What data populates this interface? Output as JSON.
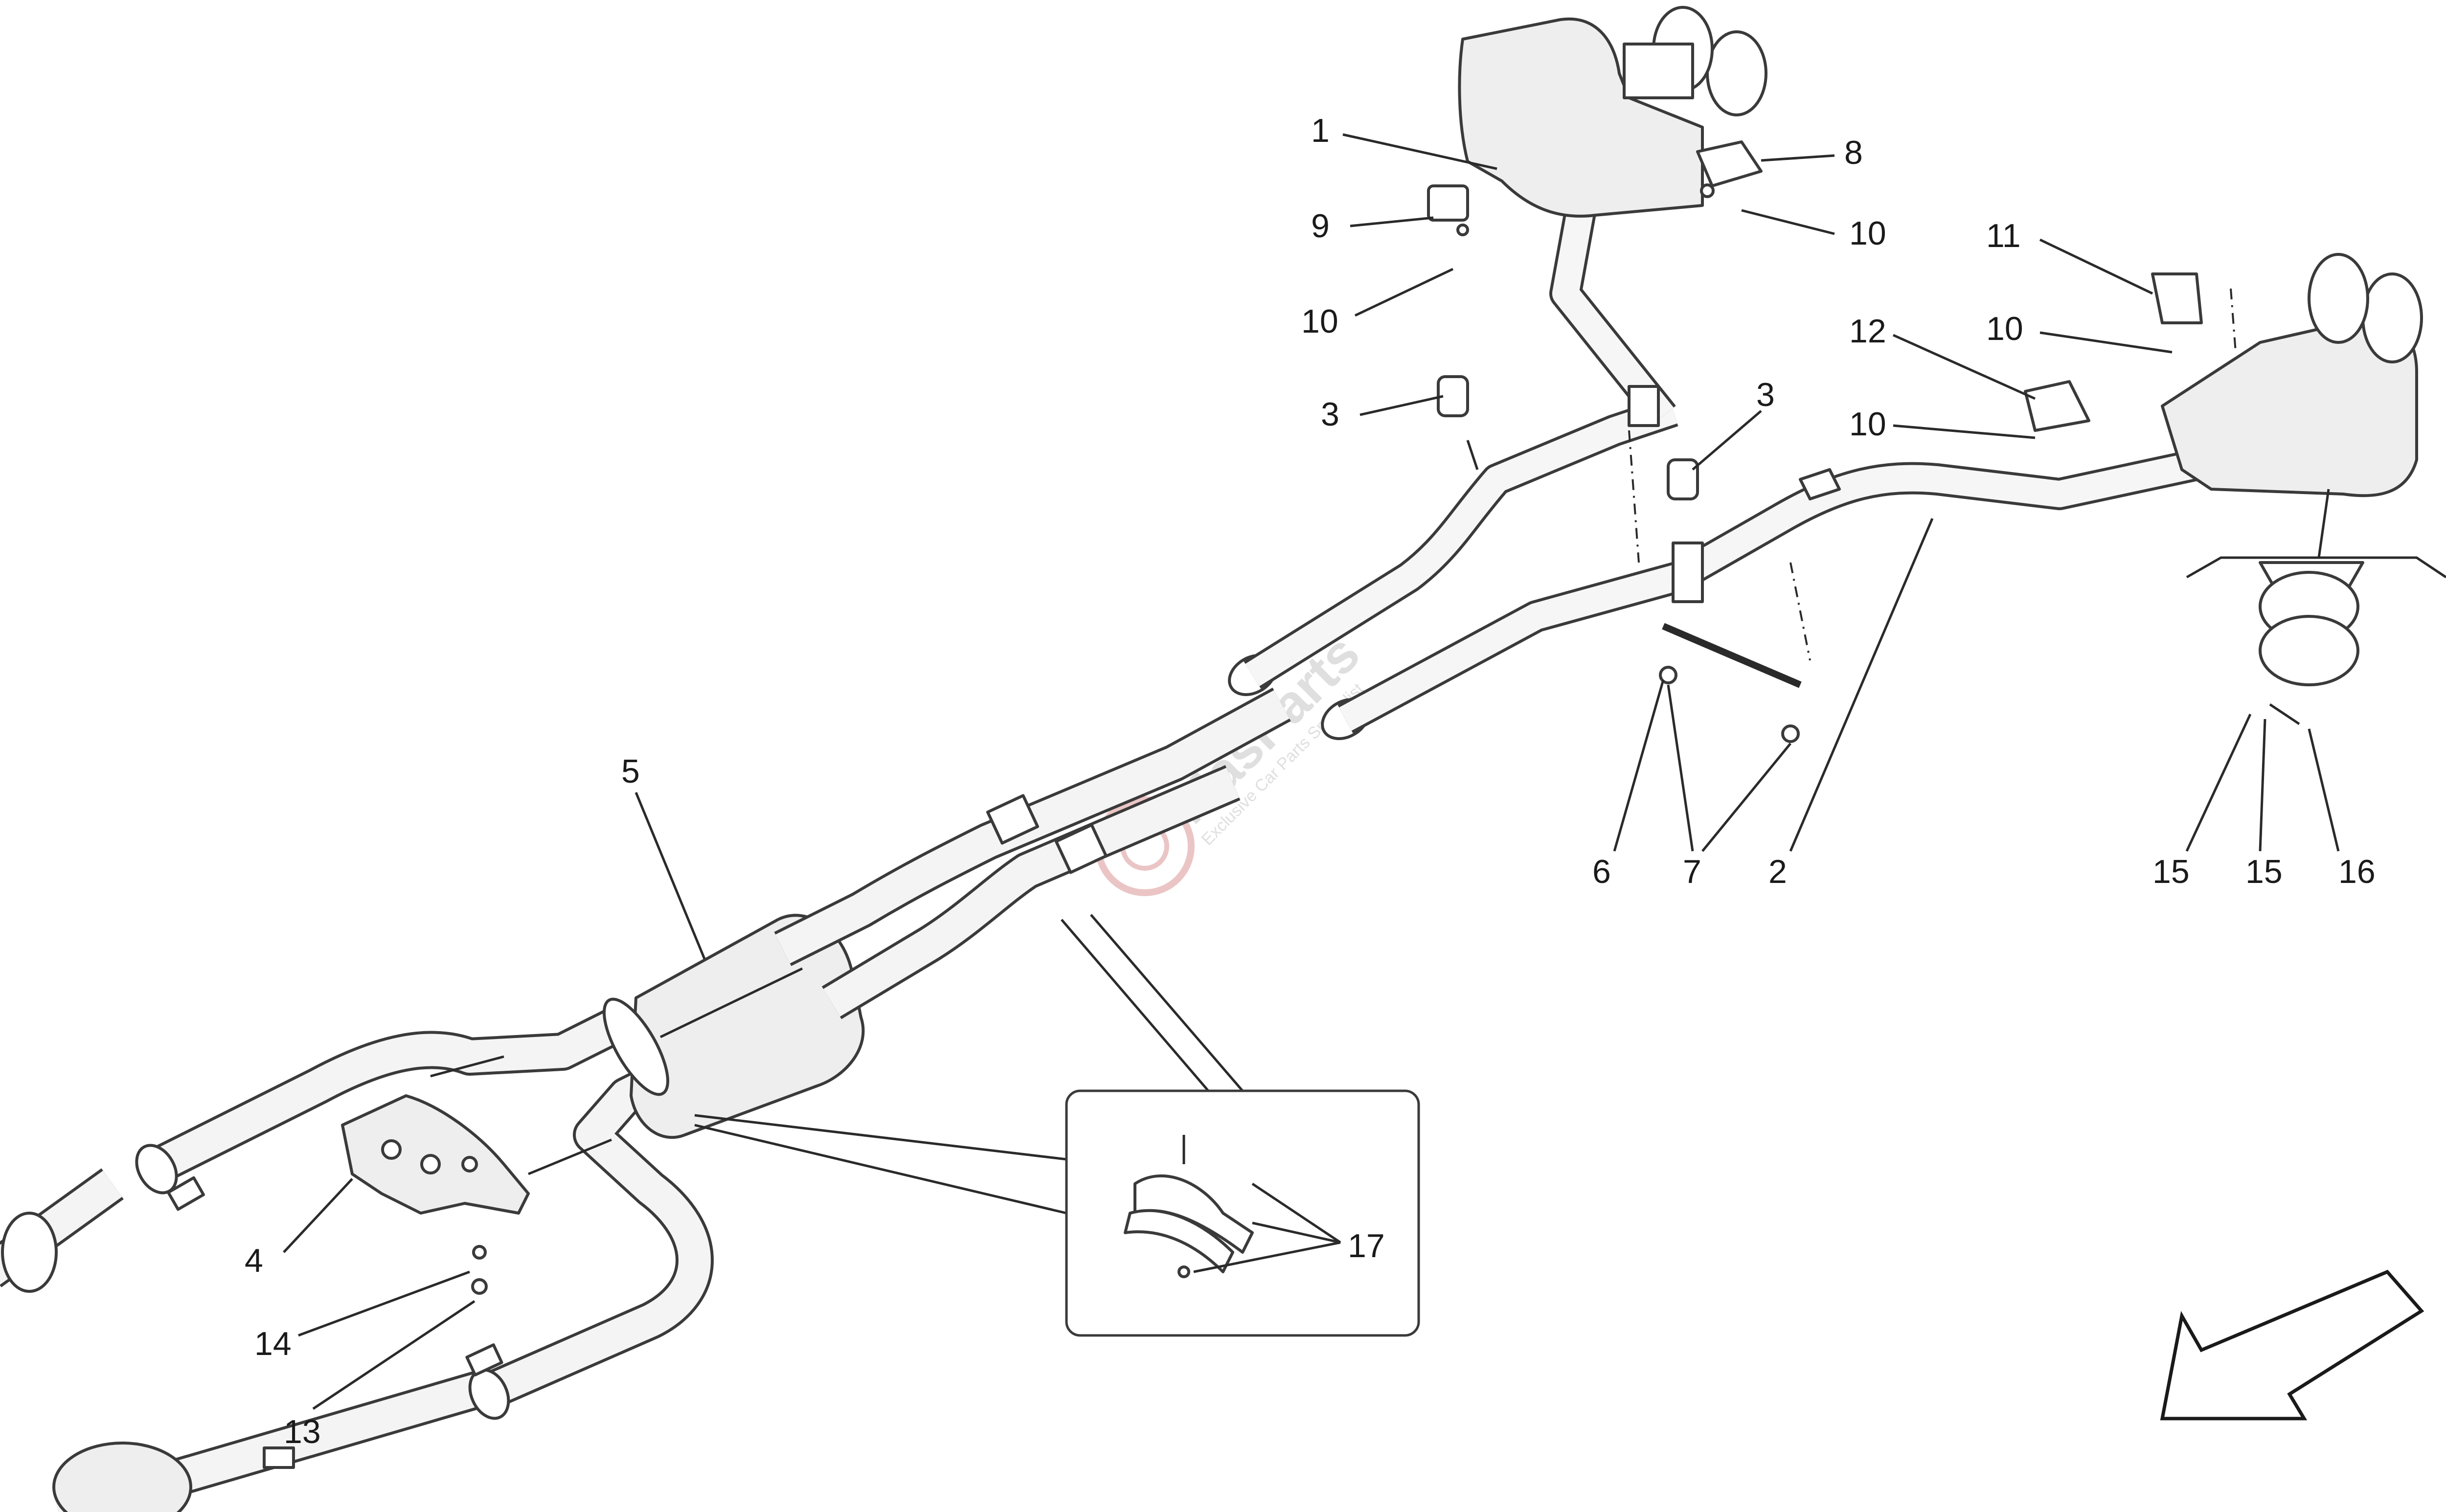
{
  "diagram": {
    "watermark": {
      "brand": "MasParts",
      "tagline": "Exclusive Car Parts Specialist"
    },
    "callouts": [
      {
        "id": "c1",
        "label": "1"
      },
      {
        "id": "c2",
        "label": "2"
      },
      {
        "id": "c3a",
        "label": "3"
      },
      {
        "id": "c3b",
        "label": "3"
      },
      {
        "id": "c4",
        "label": "4"
      },
      {
        "id": "c5",
        "label": "5"
      },
      {
        "id": "c6",
        "label": "6"
      },
      {
        "id": "c7",
        "label": "7"
      },
      {
        "id": "c8",
        "label": "8"
      },
      {
        "id": "c9",
        "label": "9"
      },
      {
        "id": "c10a",
        "label": "10"
      },
      {
        "id": "c10b",
        "label": "10"
      },
      {
        "id": "c10c",
        "label": "10"
      },
      {
        "id": "c10d",
        "label": "10"
      },
      {
        "id": "c11",
        "label": "11"
      },
      {
        "id": "c12",
        "label": "12"
      },
      {
        "id": "c13",
        "label": "13"
      },
      {
        "id": "c14",
        "label": "14"
      },
      {
        "id": "c15a",
        "label": "15"
      },
      {
        "id": "c15b",
        "label": "15"
      },
      {
        "id": "c16",
        "label": "16"
      },
      {
        "id": "c17",
        "label": "17"
      }
    ],
    "orientation_icon": "front-direction-arrow-icon"
  }
}
